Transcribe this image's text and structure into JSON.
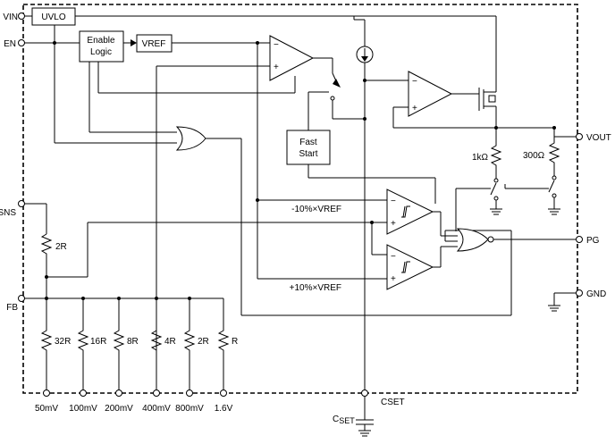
{
  "pins": {
    "vin": "VIN",
    "en": "EN",
    "sns": "SNS",
    "fb": "FB",
    "vout": "VOUT",
    "pg": "PG",
    "gnd": "GND",
    "cset": "CSET"
  },
  "blocks": {
    "uvlo": "UVLO",
    "enable_logic_line1": "Enable",
    "enable_logic_line2": "Logic",
    "vref": "VREF",
    "fast_start_line1": "Fast",
    "fast_start_line2": "Start"
  },
  "resistors": {
    "r_vout_1": "1kΩ",
    "r_vout_2": "300Ω",
    "r_sns": "2R",
    "fb_ladder": [
      "32R",
      "16R",
      "8R",
      "4R",
      "2R",
      "R"
    ]
  },
  "fb_taps": [
    "50mV",
    "100mV",
    "200mV",
    "400mV",
    "800mV",
    "1.6V"
  ],
  "thresholds": {
    "low": "-10%×VREF",
    "high": "+10%×VREF"
  },
  "cset_cap": "C",
  "cset_cap_sub": "SET",
  "opamp_signs": {
    "minus": "−",
    "plus": "+"
  }
}
